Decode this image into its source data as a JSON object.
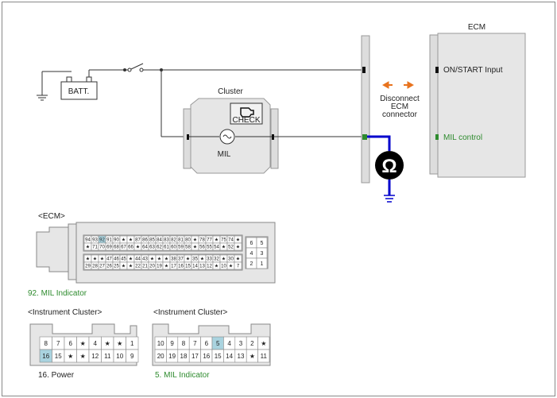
{
  "ecm_label": "ECM",
  "cluster_label": "Cluster",
  "battery_label": "BATT.",
  "check_label": "CHECK",
  "mil_label": "MIL",
  "ecm_input_on_start": "ON/START Input",
  "ecm_input_mil": "MIL control",
  "disconnect_note": [
    "Disconnect",
    "ECM",
    "connector"
  ],
  "ohm_symbol": "Ω",
  "colors": {
    "green": "#2e8b2e",
    "blue": "#0000cc",
    "orange": "#e8731e",
    "pin_highlight": "#a9d3df"
  },
  "ecm_connector": {
    "title": "<ECM>",
    "caption": "92. MIL Indicator",
    "highlight_pin": "92",
    "row1": [
      "94",
      "93",
      "92",
      "91",
      "90",
      "★",
      "★",
      "87",
      "86",
      "85",
      "84",
      "83",
      "82",
      "81",
      "80",
      "★",
      "78",
      "77",
      "★",
      "75",
      "74",
      "★"
    ],
    "row2": [
      "★",
      "71",
      "70",
      "69",
      "68",
      "67",
      "66",
      "★",
      "64",
      "63",
      "62",
      "61",
      "60",
      "59",
      "58",
      "★",
      "56",
      "55",
      "54",
      "★",
      "52",
      "★"
    ],
    "row3": [
      "★",
      "★",
      "★",
      "47",
      "46",
      "45",
      "★",
      "44",
      "43",
      "★",
      "★",
      "★",
      "38",
      "37",
      "★",
      "35",
      "★",
      "33",
      "32",
      "★",
      "30",
      "★"
    ],
    "row4": [
      "29",
      "28",
      "27",
      "26",
      "25",
      "★",
      "★",
      "22",
      "21",
      "20",
      "19",
      "★",
      "17",
      "16",
      "15",
      "14",
      "13",
      "12",
      "★",
      "10",
      "★",
      "7"
    ],
    "right_block": [
      [
        "6",
        "5"
      ],
      [
        "4",
        "3"
      ],
      [
        "2",
        "1"
      ]
    ]
  },
  "cluster_connector_a": {
    "title": "<Instrument Cluster>",
    "caption": "16. Power",
    "row1": [
      "8",
      "7",
      "6",
      "★",
      "4",
      "★",
      "★",
      "1"
    ],
    "row2": [
      "16",
      "15",
      "★",
      "★",
      "12",
      "11",
      "10",
      "9"
    ]
  },
  "cluster_connector_b": {
    "title": "<Instrument Cluster>",
    "caption": "5. MIL Indicator",
    "row1": [
      "10",
      "9",
      "8",
      "7",
      "6",
      "5",
      "4",
      "3",
      "2",
      "★"
    ],
    "row2": [
      "20",
      "19",
      "18",
      "17",
      "16",
      "15",
      "14",
      "13",
      "★",
      "11"
    ]
  }
}
